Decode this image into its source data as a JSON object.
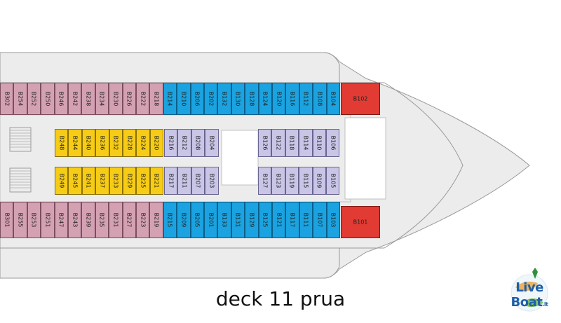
{
  "caption": "deck 11 prua",
  "logo": {
    "word1": "Live",
    "word2": "Boat",
    "suffix": ".it"
  },
  "colors": {
    "hull": "#ececec",
    "pink": "#d4a1b3",
    "blue": "#1aa3e0",
    "yellow": "#f6cc16",
    "lavender": "#c9c5e6",
    "red": "#e23b33"
  },
  "cabins": {
    "upper_outer": [
      {
        "label": "B302",
        "color": "pink"
      },
      {
        "label": "B254",
        "color": "pink"
      },
      {
        "label": "B252",
        "color": "pink"
      },
      {
        "label": "B250",
        "color": "pink"
      },
      {
        "label": "B246",
        "color": "pink"
      },
      {
        "label": "B242",
        "color": "pink"
      },
      {
        "label": "B238",
        "color": "pink"
      },
      {
        "label": "B234",
        "color": "pink"
      },
      {
        "label": "B230",
        "color": "pink"
      },
      {
        "label": "B226",
        "color": "pink"
      },
      {
        "label": "B222",
        "color": "pink"
      },
      {
        "label": "B218",
        "color": "pink"
      },
      {
        "label": "B214",
        "color": "blue"
      },
      {
        "label": "B210",
        "color": "blue"
      },
      {
        "label": "B206",
        "color": "blue"
      },
      {
        "label": "B202",
        "color": "blue"
      },
      {
        "label": "B132",
        "color": "blue"
      },
      {
        "label": "B130",
        "color": "blue"
      },
      {
        "label": "B128",
        "color": "blue"
      },
      {
        "label": "B124",
        "color": "blue"
      },
      {
        "label": "B120",
        "color": "blue"
      },
      {
        "label": "B116",
        "color": "blue"
      },
      {
        "label": "B112",
        "color": "blue"
      },
      {
        "label": "B108",
        "color": "blue"
      },
      {
        "label": "B104",
        "color": "blue"
      }
    ],
    "lower_outer": [
      {
        "label": "B301",
        "color": "pink"
      },
      {
        "label": "B255",
        "color": "pink"
      },
      {
        "label": "B253",
        "color": "pink"
      },
      {
        "label": "B251",
        "color": "pink"
      },
      {
        "label": "B247",
        "color": "pink"
      },
      {
        "label": "B243",
        "color": "pink"
      },
      {
        "label": "B239",
        "color": "pink"
      },
      {
        "label": "B235",
        "color": "pink"
      },
      {
        "label": "B231",
        "color": "pink"
      },
      {
        "label": "B227",
        "color": "pink"
      },
      {
        "label": "B223",
        "color": "pink"
      },
      {
        "label": "B219",
        "color": "pink"
      },
      {
        "label": "B215",
        "color": "blue"
      },
      {
        "label": "B209",
        "color": "blue"
      },
      {
        "label": "B205",
        "color": "blue"
      },
      {
        "label": "B201",
        "color": "blue"
      },
      {
        "label": "B133",
        "color": "blue"
      },
      {
        "label": "B131",
        "color": "blue"
      },
      {
        "label": "B129",
        "color": "blue"
      },
      {
        "label": "B125",
        "color": "blue"
      },
      {
        "label": "B121",
        "color": "blue"
      },
      {
        "label": "B117",
        "color": "blue"
      },
      {
        "label": "B111",
        "color": "blue"
      },
      {
        "label": "B107",
        "color": "blue"
      },
      {
        "label": "B103",
        "color": "blue"
      }
    ],
    "upper_inner_yellow": [
      "B248",
      "B244",
      "B240",
      "B236",
      "B232",
      "B228",
      "B224",
      "B220"
    ],
    "lower_inner_yellow": [
      "B249",
      "B245",
      "B241",
      "B237",
      "B233",
      "B229",
      "B225",
      "B221"
    ],
    "upper_inner_mid": [
      "B216",
      "B212",
      "B208",
      "B204"
    ],
    "lower_inner_mid": [
      "B217",
      "B211",
      "B207",
      "B203"
    ],
    "upper_inner_fwd": [
      "B126",
      "B122",
      "B118",
      "B114",
      "B110",
      "B106"
    ],
    "lower_inner_fwd": [
      "B127",
      "B123",
      "B119",
      "B115",
      "B109",
      "B105"
    ],
    "suites": [
      {
        "label": "B102",
        "color": "red"
      },
      {
        "label": "B101",
        "color": "red"
      }
    ]
  }
}
